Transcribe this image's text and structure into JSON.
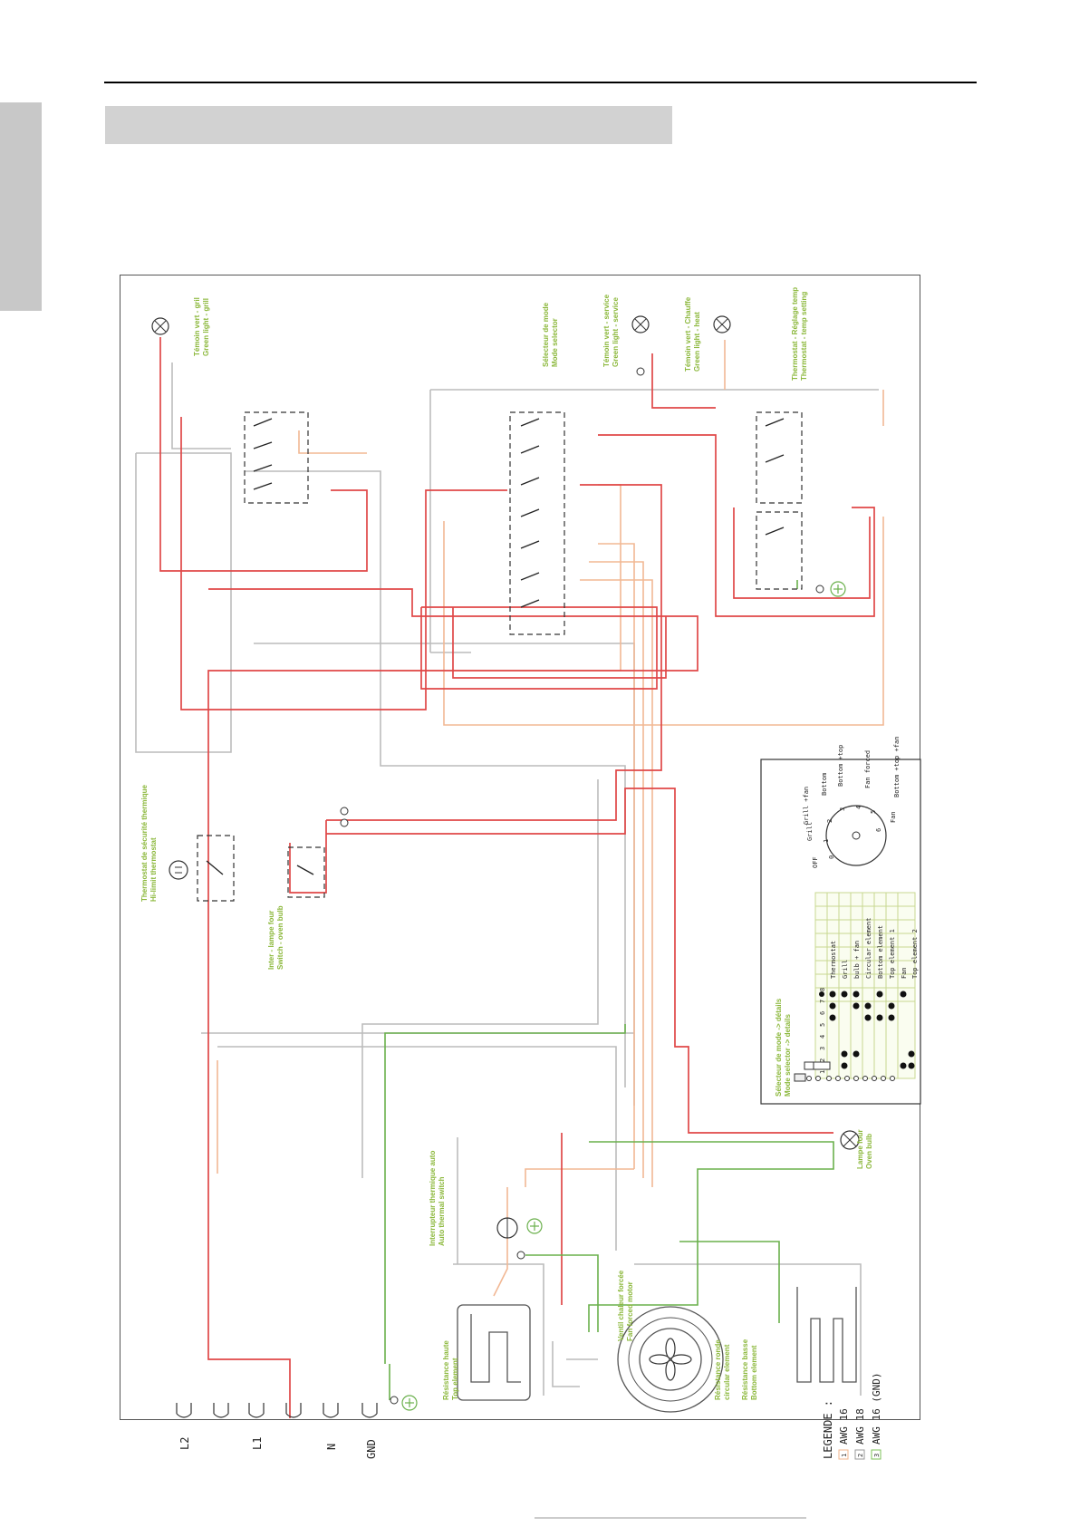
{
  "labels": {
    "green_light_grill": [
      "Témoin vert - gril",
      "Green light - grill"
    ],
    "mode_selector": [
      "Sélecteur de mode",
      "Mode selector"
    ],
    "green_light_service": [
      "Témoin vert - service",
      "Green light - service"
    ],
    "green_light_heat": [
      "Témoin vert - Chauffe",
      "Green light - heat"
    ],
    "thermostat_temp": [
      "Thermostat - Réglage temp",
      "Thermostat - temp setting"
    ],
    "safety_thermostat": [
      "Thermostat de sécurité thermique",
      "Hi-limit thermostat"
    ],
    "oven_lamp_switch": [
      "Inter - lampe four",
      "Switch - oven bulb"
    ],
    "auto_thermal_switch": [
      "Interrupteur thermique auto",
      "Auto thermal switch"
    ],
    "fan_motor": [
      "Ventil chaleur forcée",
      "Fan forced motor"
    ],
    "top_element": [
      "Résistance haute",
      "Top element"
    ],
    "circular_element": [
      "Résistance ronde",
      "circular element"
    ],
    "bottom_element": [
      "Résistance basse",
      "Bottom element"
    ],
    "oven_lamp": [
      "Lampe four",
      "Oven bulb"
    ],
    "selector_details": [
      "Sélecteur de mode -> détails",
      "Mode selector -> details"
    ]
  },
  "terminals": [
    "L2",
    "L1",
    "N",
    "GND"
  ],
  "legend": {
    "title": "LEGENDE :",
    "items": [
      {
        "num": "1",
        "text": "AWG 16",
        "color": "#f0b58c"
      },
      {
        "num": "2",
        "text": "AWG 18",
        "color": "#b0b0b0"
      },
      {
        "num": "3",
        "text": "AWG 16 (GND)",
        "color": "#7cc05a"
      }
    ]
  },
  "selector_table": {
    "columns": [
      "1",
      "2",
      "3",
      "4",
      "5",
      "6",
      "7",
      "8"
    ],
    "rows": [
      "Thermostat",
      "Grill",
      "bulb + fan",
      "Circular element",
      "Bottom element",
      "Top element 1",
      "Fan",
      "Top element 2"
    ]
  },
  "dial": {
    "positions": [
      "OFF",
      "Grill",
      "Grill +fan",
      "Bottom",
      "Bottom +top",
      "Fan forced",
      "Fan",
      "Bottom +top +fan"
    ],
    "numbers": [
      "0",
      "1",
      "2",
      "3",
      "4",
      "5",
      "6"
    ]
  },
  "colors": {
    "wire_red": "#e04848",
    "wire_orange": "#f2b894",
    "wire_gray": "#b8b8b8",
    "wire_green": "#6ab04c",
    "label_green": "#8cb83c"
  }
}
